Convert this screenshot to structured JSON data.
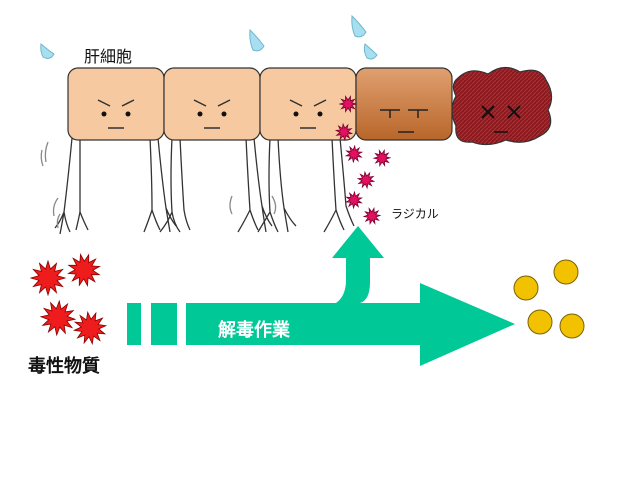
{
  "labels": {
    "liver_cells": "肝細胞",
    "radical": "ラジカル",
    "toxic_substance": "毒性物質",
    "detox_work": "解毒作業"
  },
  "colors": {
    "cell_fill": "#f6c9a0",
    "tired_cell_fill": "#c97a3a",
    "dead_cell_fill": "#8b1a1f",
    "arrow": "#00c896",
    "toxin": "#ee1c1c",
    "radical": "#e0115f",
    "product": "#f2c200",
    "sweat": "#a8dff0"
  },
  "icons": [
    "sweat-drop-icon",
    "toxin-burst-icon",
    "radical-star-icon",
    "product-circle-icon"
  ],
  "cells": [
    {
      "state": "working",
      "face": "strained"
    },
    {
      "state": "working",
      "face": "strained"
    },
    {
      "state": "working",
      "face": "strained"
    },
    {
      "state": "damaged",
      "face": "exhausted"
    },
    {
      "state": "dead",
      "face": "x-eyes"
    }
  ]
}
